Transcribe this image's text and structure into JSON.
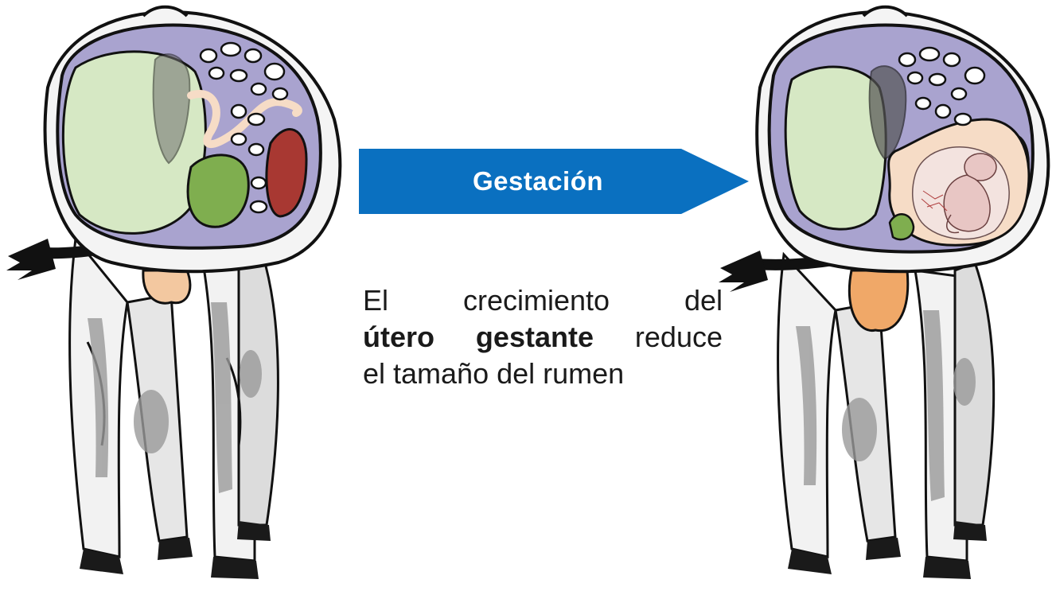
{
  "arrow": {
    "label": "Gestación",
    "color": "#0a70c0"
  },
  "caption": {
    "line1": [
      "El",
      "crecimiento",
      "del"
    ],
    "line2_bold": "útero gestante",
    "line2_rest": "reduce",
    "line3": "el tamaño del rumen"
  },
  "colors": {
    "rumen": "#d6e8c4",
    "abdomen": "#a9a3cf",
    "omasum": "#7fae4f",
    "spleen": "#a83832",
    "uterus": "#f6dcc6",
    "udder_small": "#f3c8a0",
    "udder_large": "#f0a868",
    "fetus": "#e8c6c4"
  }
}
